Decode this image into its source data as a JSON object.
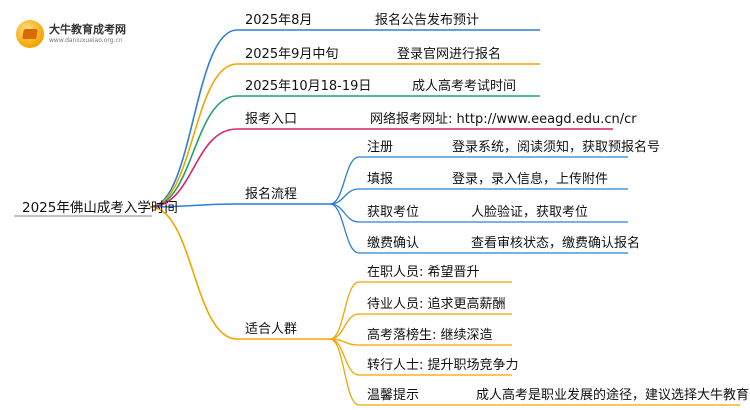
{
  "logo": {
    "name": "大牛教育成考网",
    "url": "www.daniuxueiao.org.cn"
  },
  "root": "2025年佛山成考入学时间",
  "branches": [
    {
      "label": "2025年8月",
      "detail": "报名公告发布预计",
      "color": "#2f7fd6"
    },
    {
      "label": "2025年9月中旬",
      "detail": "登录官网进行报名",
      "color": "#f0a500"
    },
    {
      "label": "2025年10月18-19日",
      "detail": "成人高考考试时间",
      "color": "#22a36a"
    },
    {
      "label": "报考入口",
      "detail": "网络报考网址: http://www.eeagd.edu.cn/cr",
      "color": "#d6246e"
    },
    {
      "label": "报名流程",
      "color": "#2f7fd6",
      "children": [
        {
          "label": "注册",
          "detail": "登录系统，阅读须知，获取预报名号"
        },
        {
          "label": "填报",
          "detail": "登录，录入信息，上传附件"
        },
        {
          "label": "获取考位",
          "detail": "人脸验证，获取考位"
        },
        {
          "label": "缴费确认",
          "detail": "查看审核状态，缴费确认报名"
        }
      ]
    },
    {
      "label": "适合人群",
      "color": "#f0a500",
      "children": [
        {
          "label": "在职人员: 希望晋升"
        },
        {
          "label": "待业人员: 追求更高薪酬"
        },
        {
          "label": "高考落榜生: 继续深造"
        },
        {
          "label": "转行人士: 提升职场竞争力"
        },
        {
          "label": "温馨提示",
          "detail": "成人高考是职业发展的途径，建议选择大牛教育咨询"
        }
      ]
    }
  ]
}
